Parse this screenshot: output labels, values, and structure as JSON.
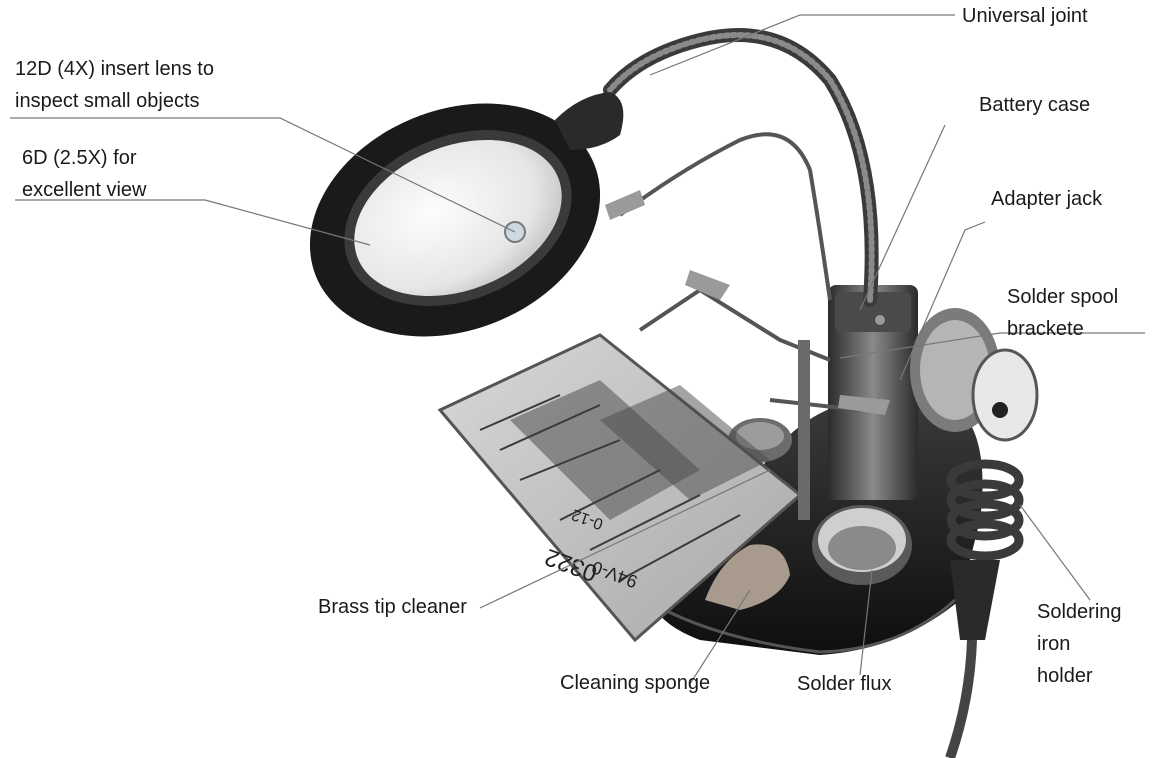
{
  "diagram": {
    "labels": {
      "universal_joint": "Universal joint",
      "insert_lens": [
        "12D (4X) insert lens to",
        "inspect small objects"
      ],
      "main_lens": [
        "6D (2.5X) for",
        "excellent view"
      ],
      "battery_case": "Battery case",
      "adapter_jack": "Adapter jack",
      "solder_spool": [
        "Solder spool",
        "brackete"
      ],
      "brass_tip_cleaner": "Brass tip cleaner",
      "cleaning_sponge": "Cleaning sponge",
      "solder_flux": "Solder flux",
      "iron_holder": [
        "Soldering",
        "iron",
        "holder"
      ]
    },
    "pcb_markings": {
      "text_a": "0322",
      "text_b": "94V-0",
      "text_c": "0-12"
    }
  }
}
